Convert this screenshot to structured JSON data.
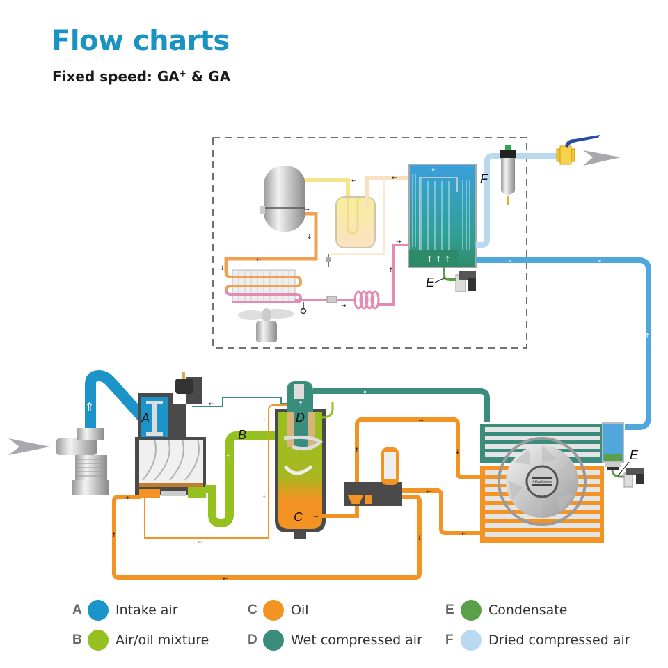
{
  "header": {
    "title": "Flow charts",
    "subtitle_prefix": "Fixed speed: GA",
    "subtitle_sup": "+",
    "subtitle_suffix": " & GA"
  },
  "diagram_labels": {
    "A": "A",
    "B": "B",
    "C": "C",
    "D": "D",
    "E_dryer": "E",
    "E_cooler": "E",
    "F": "F",
    "brand_logo": "AtlasCopco"
  },
  "legend": [
    {
      "letter": "A",
      "label": "Intake air",
      "color": "#1a94c9"
    },
    {
      "letter": "B",
      "label": "Air/oil mixture",
      "color": "#94c11f"
    },
    {
      "letter": "C",
      "label": "Oil",
      "color": "#f39323"
    },
    {
      "letter": "D",
      "label": "Wet compressed air",
      "color": "#3a8d7d"
    },
    {
      "letter": "E",
      "label": "Condensate",
      "color": "#5aa04a"
    },
    {
      "letter": "F",
      "label": "Dried compressed air",
      "color": "#b9d9ee"
    }
  ],
  "colors": {
    "intake_air": "#1a94c9",
    "air_oil": "#94c11f",
    "oil": "#f39323",
    "wet_air": "#3a8d7d",
    "condensate": "#5aa04a",
    "dried_air": "#b9d9ee",
    "refrigerant_hot": "#f0a050",
    "refrigerant_cold": "#e48bb3",
    "refrigerant_gas": "#f5e58a",
    "housing": "#4a4a4a"
  }
}
